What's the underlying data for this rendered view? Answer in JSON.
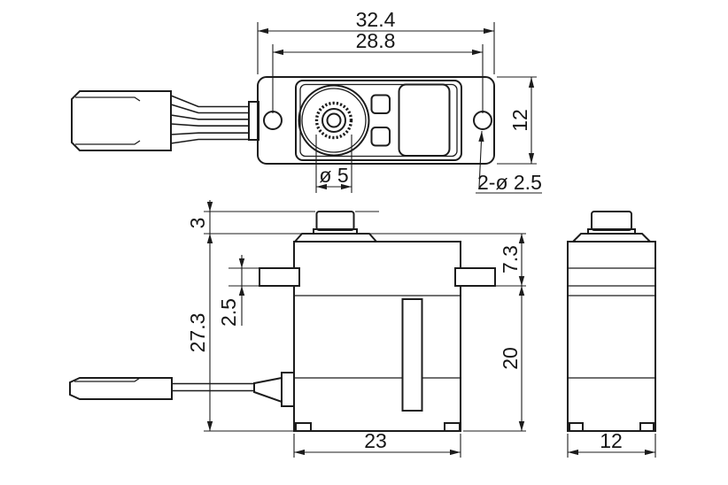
{
  "drawing": {
    "background": "#ffffff",
    "line_color": "#1c1c1c",
    "views": {
      "top_view": {
        "dim_overall_width": "32.4",
        "dim_hole_spacing": "28.8",
        "dim_body_height": "12",
        "dim_spline_diameter": "ø 5",
        "dim_mounting_holes": "2-ø 2.5"
      },
      "side_view": {
        "dim_spline_height": "3",
        "dim_total_height": "27.3",
        "dim_flange_thickness": "2.5",
        "dim_top_to_flange": "7.3",
        "dim_flange_to_bottom": "20",
        "dim_body_width": "23"
      },
      "end_view": {
        "dim_body_depth": "12"
      }
    }
  }
}
